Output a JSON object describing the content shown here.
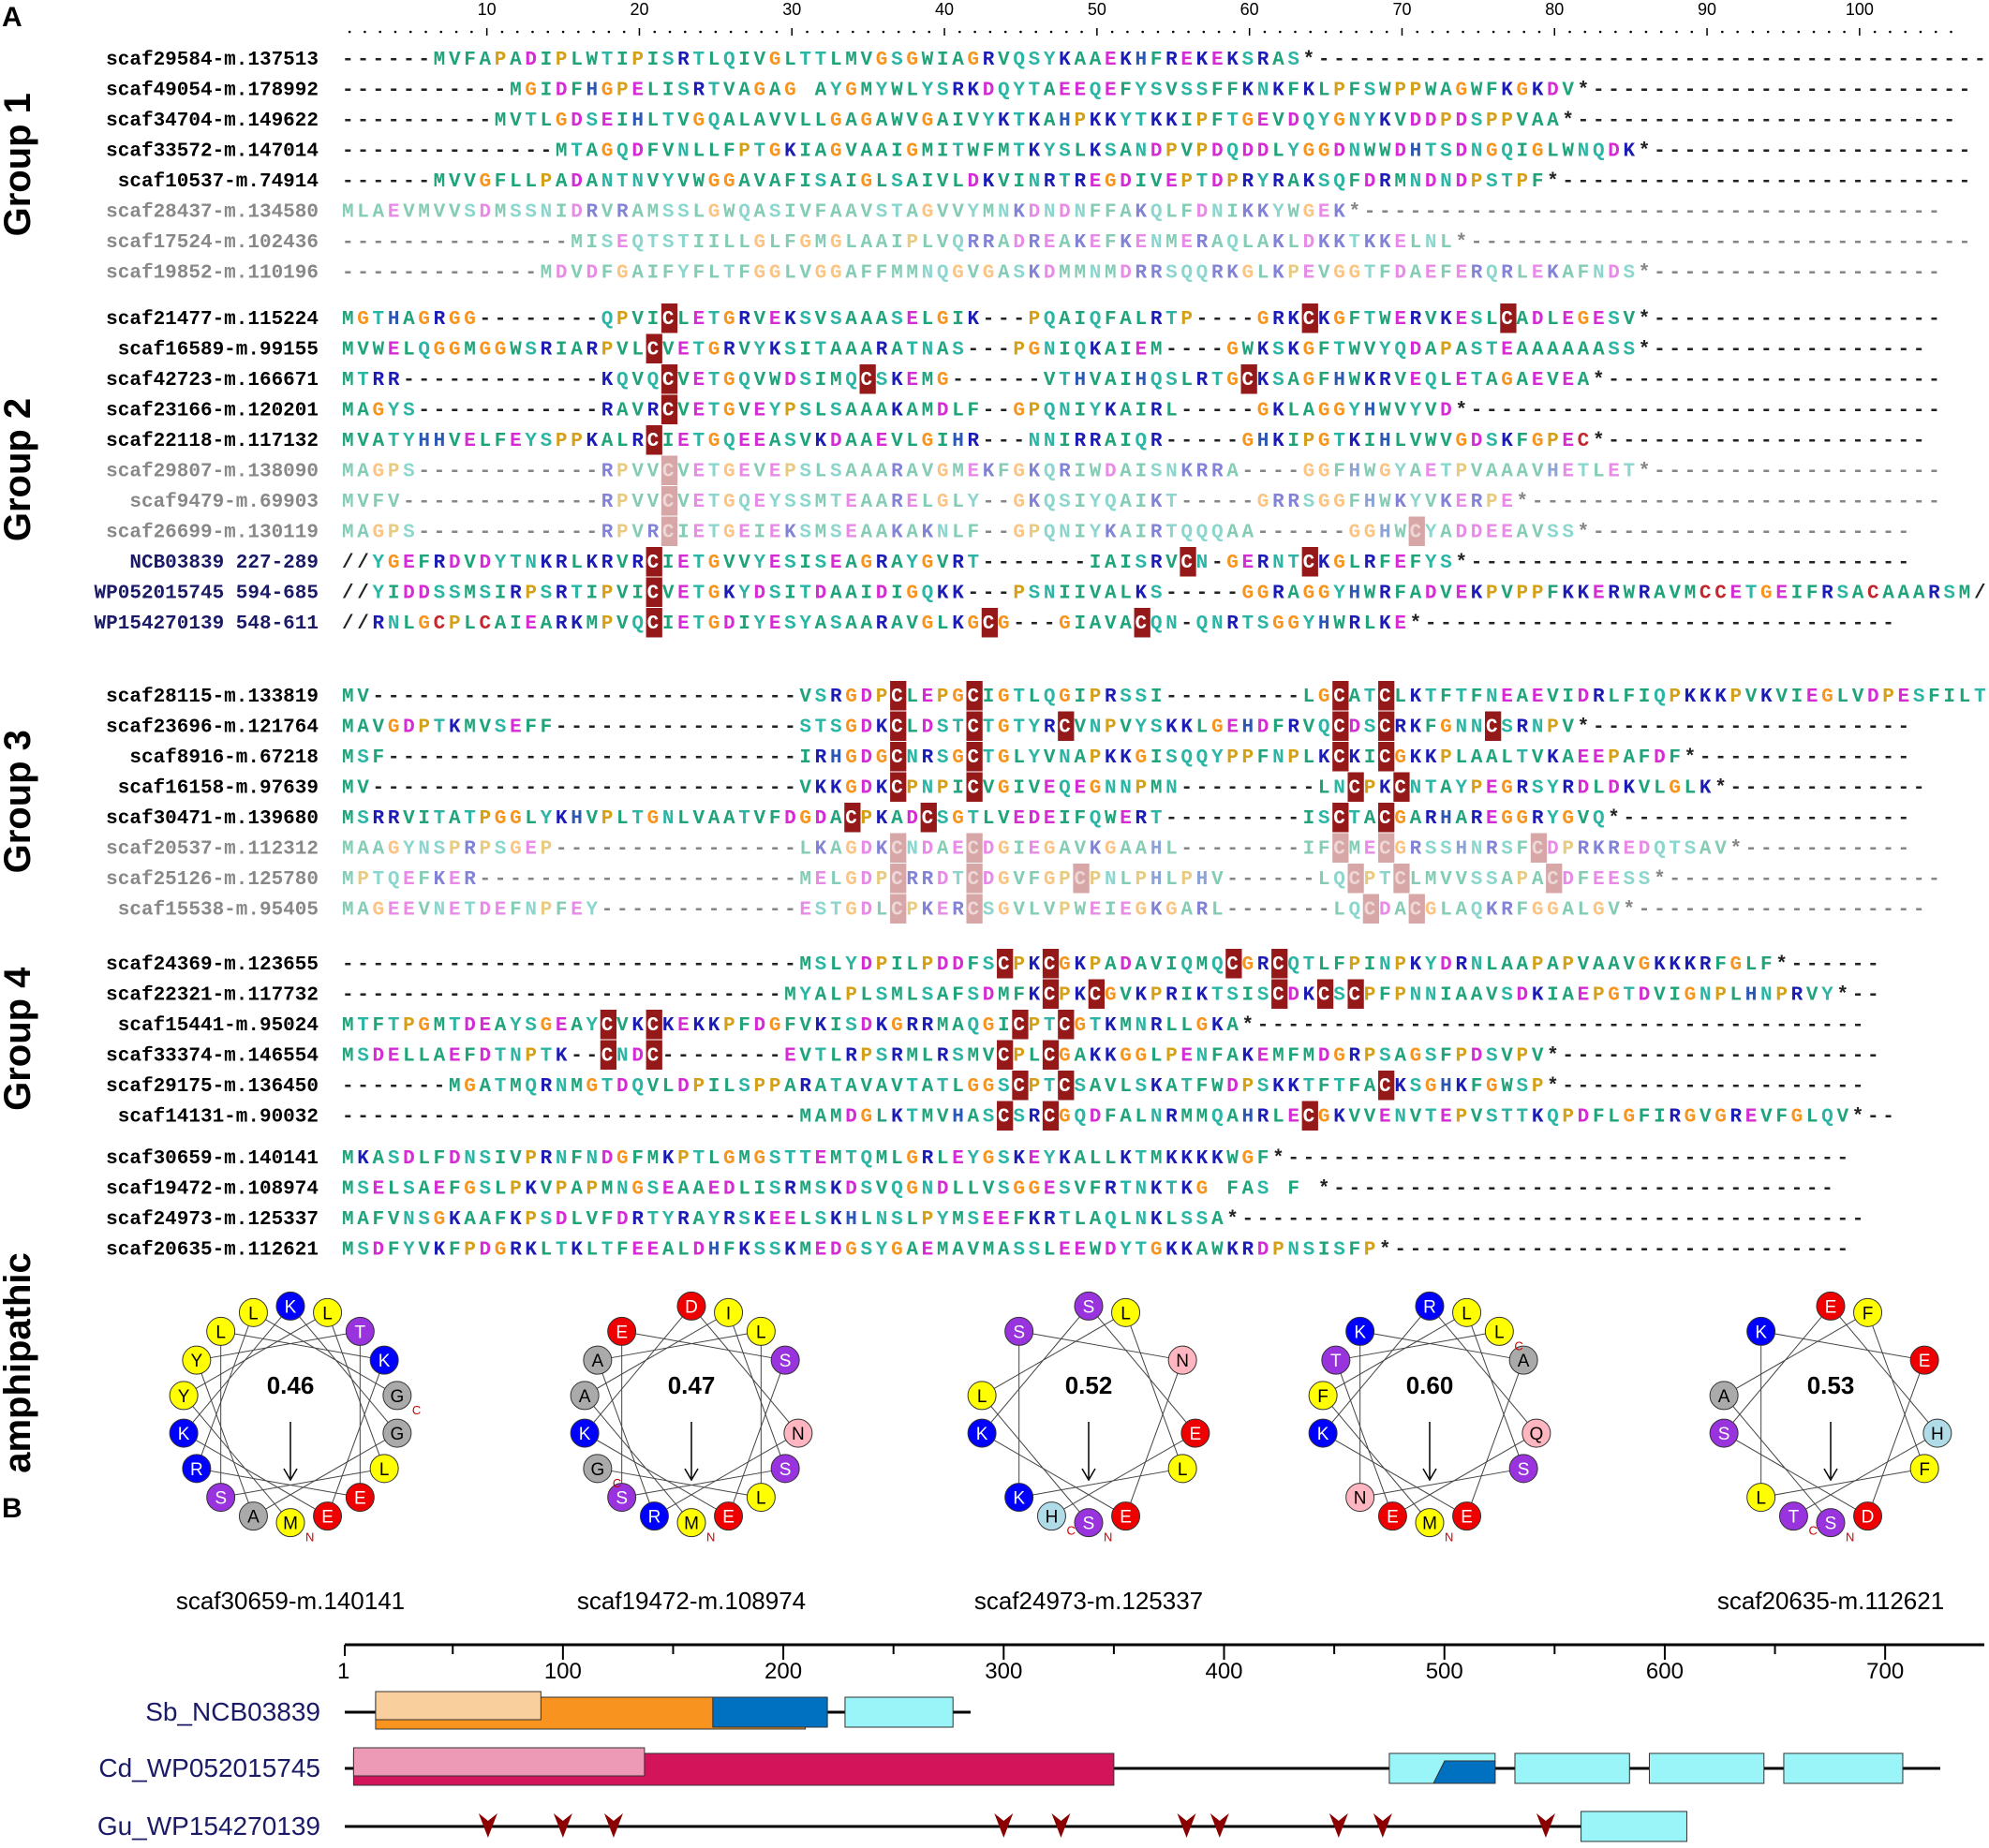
{
  "panel_a_label": "A",
  "panel_b_label": "B",
  "ruler": {
    "ticks": [
      "10",
      "20",
      "30",
      "40",
      "50",
      "60",
      "70",
      "80",
      "90",
      "100"
    ]
  },
  "groups": [
    {
      "label": "Group 1",
      "rows": [
        {
          "name": "scaf29584-m.137513",
          "seq": "------MVFAPADIPLWTIPISRTLQIVGLTTLMVGSGWIAGRVQSYKAAEKHFREKEKSRAS*--------------------------------------------",
          "faded": false
        },
        {
          "name": "scaf49054-m.178992",
          "seq": "-----------MGIDFHGPELISRTVAGAGCAYGMYWLYSRKDQYTAEEQEFYSVSSFFKNKFKLPFSWPPWAGWFKGKDV*-------------------------",
          "faded": false
        },
        {
          "name": "scaf34704-m.149622",
          "seq": "----------MVTLGDSEIHLTVGQALAVVLLGAGAWVGAIVYKTKAHPKKYTKKIPFTGEVDQYGNYKVDDPDSPPVAA*-------------------------",
          "faded": false
        },
        {
          "name": "scaf33572-m.147014",
          "seq": "--------------MTAGQDFVNLLFPTGKIAGVAAIGMITWFMTKYSLKSANDPVPDQDDLYGGDNWWDHTSDNGQIGLWNQDK*---------------------",
          "faded": false
        },
        {
          "name": "scaf10537-m.74914",
          "seq": "------MVVGFLLPADANTNVYVWGGAVAFISAIGLSAIVLDKVINRTREGDIVEPTDPRYRAKSQFDRMNDNDPSTPF*---------------------------",
          "faded": false
        },
        {
          "name": "scaf28437-m.134580",
          "seq": "MLAEVMVVSDMSSNIDRVRAMSSLGWQASIVFAAVSTAGVVYMNKDNDNFFAKQLFDNIKKYWGEK*--------------------------------------",
          "faded": true
        },
        {
          "name": "scaf17524-m.102436",
          "seq": "---------------MISEQTSTIILLGLFGMGLAAIPLVQRRADREAKEFKENMERAQLAKLDKKTKKELNL*---------------------------------",
          "faded": true
        },
        {
          "name": "scaf19852-m.110196",
          "seq": "-------------MDVDFGAIFYFLTFGGLVGGAFFMMNQGVGASKDMMNMDRRSQQRKGLKPEVGGTFDAEFERQRLEKAFNDS*-------------------",
          "faded": true
        }
      ]
    },
    {
      "label": "Group 2",
      "rows": [
        {
          "name": "scaf21477-m.115224",
          "seq": "MGTHAGRGG--------QPVICLETGRVEKSVSAAASELGIK---PQAIQFALRTP----GRKCKGFTWERVKESLCADLEGESV*-------------------",
          "faded": false
        },
        {
          "name": "scaf16589-m.99155",
          "seq": "MVWELQGGMGGWSRIARPVLCVETGRVYKSITAAARATNAS---PGNIQKAIEM----GWKSKGFTWVYQDAPASTEAAAAAASS*------------------",
          "faded": false
        },
        {
          "name": "scaf42723-m.166671",
          "seq": "MTRR-------------KQVQCVETGQVWDSIMQCSKEMG------VTHVAIHQSLRTGCKSAGFHWKRVEQLETAGAEVEA*----------------------",
          "faded": false
        },
        {
          "name": "scaf23166-m.120201",
          "seq": "MAGYS------------RAVRCVETGVEYPSLSAAAKAMDLF--GPQNIYKAIRL-----GKLAGGYHWVYVD*-------------------------------",
          "faded": false
        },
        {
          "name": "scaf22118-m.117132",
          "seq": "MVATYHHVELFEYSPPKALRCIETGQEEASVKDAAEVLGIHR---NNIRRAIQR-----GHKIPGTKIHLVWVGDSKFGPEC*---------------------",
          "faded": false
        },
        {
          "name": "scaf29807-m.138090",
          "seq": "MAGPS------------RPVVCVETGEVEPSLSAAARAVGMEKFGKQRIWDAISNKRRA----GGFHWGYAETPVAAAVHETLET*-------------------",
          "faded": true
        },
        {
          "name": "scaf9479-m.69903",
          "seq": "MVFV-------------RPVVCVETGQEYSSMTEAARELGLY--GKQSIYQAIKT-----GRRSGGFHWKYVKERPE*---------------------------",
          "faded": true
        },
        {
          "name": "scaf26699-m.130119",
          "seq": "MAGPS------------RPVRCIETGEIEKSMSEAAKAKNLF--GPQNIYKAIRTQQQAA------GGHWCYADDEEAVSS*---------------------",
          "faded": true
        },
        {
          "name": "NCB03839 227-289",
          "seq": "//YGEFRDVDYTNKRLKRVRCIETGVVYESISEAGRAYGVRT-------IAISRVCN-GERNTCKGLRFEFYS*-----------------------------",
          "faded": false,
          "ref": true
        },
        {
          "name": "WP052015745 594-685",
          "seq": "//YIDDSSMSIRPSRTIPVICVETGKYDSITDAAIDIGQKK---PSNIIVALKS-----GGRAGGYHWRFADVEKPVPPFKKERWRAVMCCETGEIFRSACAAARSM//",
          "faded": false,
          "ref": true
        },
        {
          "name": "WP154270139 548-611",
          "seq": "//RNLGCPLCAIEARKMPVQCIETGDIYESYASAARAVGLKGCG---GIAVACQN-QNRTSGGYHWRLKE*-------------------------------",
          "faded": false,
          "ref": true
        }
      ]
    },
    {
      "label": "Group 3",
      "rows": [
        {
          "name": "scaf28115-m.133819",
          "seq": "MV----------------------------VSRGDPCLEPGCIGTLQGIPRSSI---------LGCATCLKTFTFNEAEVIDRLFIQPKKKPVKVIEGLVDPESFILTGI*",
          "faded": false
        },
        {
          "name": "scaf23696-m.121764",
          "seq": "MAVGDPTKMVSEFF----------------STSGDKCLDSTCTGTYRCVNPVYSKKLGEHDFRVQCDSCRKFGNNCSRNPV*---------------------",
          "faded": false
        },
        {
          "name": "scaf8916-m.67218",
          "seq": "MSF---------------------------IRHGDGCNRSGCTGLYVNAPKKGISQQYPPFNPLKCKICGKKPLAALTVKAEEPAFDF*--------------",
          "faded": false
        },
        {
          "name": "scaf16158-m.97639",
          "seq": "MV----------------------------VKKGDKCPNPICVGIVEQEGNNPMN---------LNCPKCNTAYPEGRSYRDLDKVLGLK*-------------",
          "faded": false
        },
        {
          "name": "scaf30471-m.139680",
          "seq": "MSRRVITATPGGLYKHVPLTGNLVAATVFDGDACPKADCSGTLVEDEIFQWERT---------ISCTACGARHAREGGRYGVQ*-------------------",
          "faded": false
        },
        {
          "name": "scaf20537-m.112312",
          "seq": "MAAGYNSPRPSGEP----------------LKAGDKCNDAECDGIEGAVKGAAHL--------IFCMECGRSSHNRSFCDPRKREDQTSAV*-----------",
          "faded": true
        },
        {
          "name": "scaf25126-m.125780",
          "seq": "MPTQEFKER---------------------MELGDPCRRDTCDGVFGPCPNLPHLPHV------LQCPTCLMVVSSAPACDFEESS*------------------",
          "faded": true
        },
        {
          "name": "scaf15538-m.95405",
          "seq": "MAGEEVNETDEFNPFEY-------------ESTGDLCPKERCSGVLVPWEIEGKGARL-------LQCDACGLAQKRFGGALGV*-------------------",
          "faded": true
        }
      ]
    },
    {
      "label": "Group 4",
      "rows": [
        {
          "name": "scaf24369-m.123655",
          "seq": "------------------------------MSLYDPILPDDFSCPKCGKPADAVIQMQCGRCQTLFPINPKYDRNLAAPAPVAAVGKKKRFGLF*------",
          "faded": false
        },
        {
          "name": "scaf22321-m.117732",
          "seq": "-----------------------------MYALPLSMLSAFSDMFKCPKCGVKPRIKTSISCDKCSCPFPNNIAAVSDKIAEPGTDVIGNPLHNPRVY*--",
          "faded": false
        },
        {
          "name": "scaf15441-m.95024",
          "seq": "MTFTPGMTDEAYSGEAYCVKCKEKKPFDGFVKISDKGRRMAQGICPTCGTKMNRLLGKA*----------------------------------------",
          "faded": false
        },
        {
          "name": "scaf33374-m.146554",
          "seq": "MSDELLAEFDTNPTK--CNDC--------EVTLRPSRMLRSMVCPLCGAKKGGLPENFAKEMFMDGRPSAGSFPDSVPV*---------------------",
          "faded": false
        },
        {
          "name": "scaf29175-m.136450",
          "seq": "-------MGATMQRNMGTDQVLDPILSPPARATAVAVTATLGGSCPTCSAVLSKATFWDPSKKTFTFACKSGHKFGWSP*--------------------",
          "faded": false
        },
        {
          "name": "scaf14131-m.90032",
          "seq": "------------------------------MAMDGLKTMVHASCSRCGQDFALNRMMQAHRLECGKVVENVTEPVSTTKQPDFLGFIRGVGREVFGLQV*--",
          "faded": false
        }
      ]
    },
    {
      "label": "amphipathic",
      "rows": [
        {
          "name": "scaf30659-m.140141",
          "seq": "MKASDLFDNSIVPRNFNDGFMKPTLGMGSTTEMTQMLGRLEYGSKEYKALLKTMKKKKWGF*-------------------------------------",
          "faded": false
        },
        {
          "name": "scaf19472-m.108974",
          "seq": "MSELSAEFGSLPKVPAPMNGSEAAEDLISRMSKDSVQGNDLLVSGGESVFRTNKTKGCFASCFC*---------------------------------",
          "faded": false
        },
        {
          "name": "scaf24973-m.125337",
          "seq": "MAFVNSGKAAFKPSDLVFDRTYRAYRSKEELSKHLNSLPYMSEEFKRTLAQLNKLSSA*-----------------------------------------",
          "faded": false
        },
        {
          "name": "scaf20635-m.112621",
          "seq": "MSDFYVKFPDGRKLTKLTFEEALDHFKSSKMEDGSYGAEMAVMASSLEEWDYTGKKAWKRDPNSISFP*------------------------------",
          "faded": false
        }
      ]
    }
  ],
  "helical_wheels": [
    {
      "name": "scaf30659-m.140141",
      "score": "0.46",
      "residues": [
        "M",
        "Y",
        "L",
        "L",
        "S",
        "L",
        "K",
        "E",
        "K",
        "K",
        "G",
        "A",
        "Y",
        "T",
        "E",
        "R",
        "L",
        "G"
      ],
      "n_label": "N",
      "c_label": "C"
    },
    {
      "name": "scaf19472-m.108974",
      "score": "0.47",
      "residues": [
        "M",
        "A",
        "I",
        "S",
        "S",
        "E",
        "S",
        "E",
        "K",
        "D",
        "N",
        "R",
        "A",
        "L",
        "L",
        "G"
      ],
      "n_label": "N",
      "c_label": "C"
    },
    {
      "name": "scaf24973-m.125337",
      "score": "0.52",
      "residues": [
        "S",
        "L",
        "L",
        "L",
        "K",
        "S",
        "N",
        "E",
        "K",
        "S",
        "E",
        "H"
      ],
      "n_label": "N",
      "c_label": "C"
    },
    {
      "name": "scaf20635-m.112621",
      "score": "0.53",
      "residues": [
        "S",
        "A",
        "F",
        "F",
        "L",
        "K",
        "E",
        "D",
        "S",
        "E",
        "H",
        "T"
      ],
      "n_label": "N",
      "c_label": "C"
    }
  ],
  "extra_wheel": {
    "name": "",
    "score": "0.60",
    "residues": [
      "M",
      "F",
      "L",
      "S",
      "N",
      "K",
      "A",
      "E",
      "K",
      "R",
      "Q",
      "E",
      "T",
      "L"
    ],
    "n_label": "N",
    "c_label": "C"
  },
  "domain_map": {
    "axis_start_label": "1",
    "ticks": [
      "100",
      "200",
      "300",
      "400",
      "500",
      "600",
      "700"
    ],
    "tick_values": [
      100,
      200,
      300,
      400,
      500,
      600,
      700
    ],
    "axis_max": 745,
    "proteins": [
      {
        "name": "Sb_NCB03839",
        "length": 285,
        "domains": [
          {
            "start": 15,
            "end": 210,
            "color": "#F7931E",
            "top_start": 15,
            "top_end": 90,
            "top_color": "#F9CF9E"
          },
          {
            "start": 168,
            "end": 220,
            "color": "#0070C0"
          },
          {
            "start": 228,
            "end": 277,
            "color": "#99F5F8"
          }
        ]
      },
      {
        "name": "Cd_WP052015745",
        "length": 725,
        "domains": [
          {
            "start": 5,
            "end": 350,
            "color": "#D4145A",
            "top_start": 5,
            "top_end": 137,
            "top_color": "#EC9AB5"
          },
          {
            "start": 475,
            "end": 523,
            "color": "#99F5F8"
          },
          {
            "start": 495,
            "end": 523,
            "color": "#0070C0",
            "trap": true
          },
          {
            "start": 532,
            "end": 584,
            "color": "#99F5F8"
          },
          {
            "start": 593,
            "end": 645,
            "color": "#99F5F8"
          },
          {
            "start": 654,
            "end": 708,
            "color": "#99F5F8"
          }
        ]
      },
      {
        "name": "Gu_WP154270139",
        "length": 610,
        "domains": [
          {
            "start": 562,
            "end": 610,
            "color": "#99F5F8"
          }
        ],
        "arrows": [
          66,
          100,
          123,
          300,
          326,
          383,
          398,
          452,
          472,
          546
        ]
      }
    ]
  },
  "colors": {
    "residue": {
      "A": "#1FA37A",
      "V": "#1FA37A",
      "L": "#1FA37A",
      "I": "#1FA37A",
      "M": "#1FA37A",
      "F": "#1FA37A",
      "W": "#1FA37A",
      "G": "#F7941D",
      "P": "#D4A017",
      "C": "#C1272D",
      "S": "#2BB5A5",
      "T": "#2BB5A5",
      "N": "#2BB5A5",
      "Q": "#2BB5A5",
      "Y": "#2BB5A5",
      "H": "#2B58B5",
      "K": "#1B1BB5",
      "R": "#1B1BB5",
      "D": "#D42BD4",
      "E": "#D42BD4"
    },
    "wheel": {
      "hydrophobic": "#FFFF00",
      "positive": "#0000FF",
      "negative": "#EE0000",
      "polar": "#9933DD",
      "neutral": "#AAAAAA",
      "special": "#FFB6C1",
      "histidine": "#B0DCE8"
    },
    "name_normal": "#000000",
    "name_faded": "#888888",
    "name_ref": "#1A1A66"
  }
}
